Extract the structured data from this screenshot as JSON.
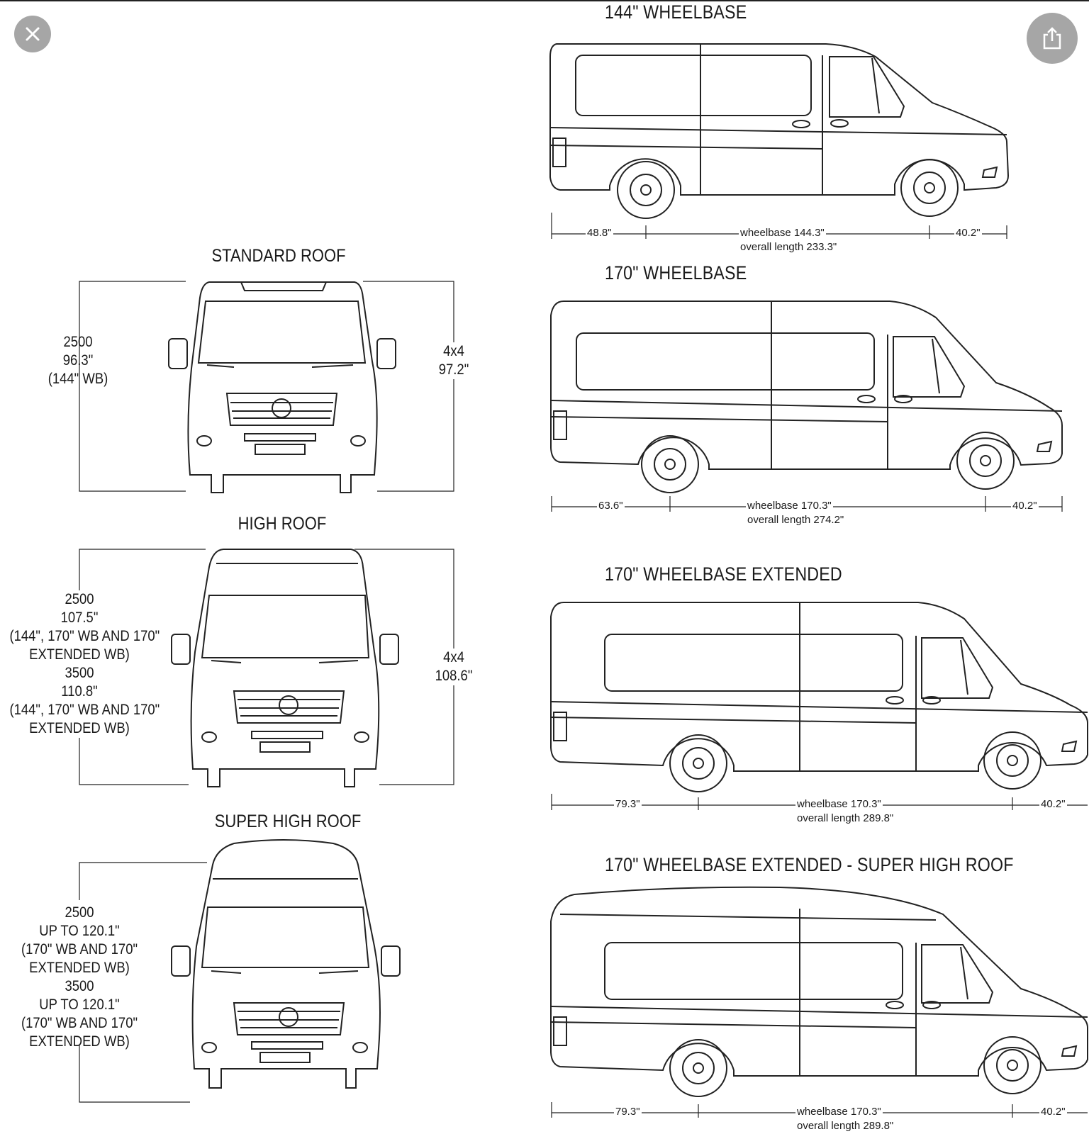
{
  "overlay": {
    "close_icon": "close-icon",
    "share_icon": "share-icon"
  },
  "side_views": [
    {
      "title": "144\" WHEELBASE",
      "rear": "48.8\"",
      "wheelbase": "wheelbase 144.3\"",
      "overall": "overall length 233.3\"",
      "front": "40.2\""
    },
    {
      "title": "170\" WHEELBASE",
      "rear": "63.6\"",
      "wheelbase": "wheelbase 170.3\"",
      "overall": "overall length 274.2\"",
      "front": "40.2\""
    },
    {
      "title": "170\" WHEELBASE EXTENDED",
      "rear": "79.3\"",
      "wheelbase": "wheelbase 170.3\"",
      "overall": "overall length 289.8\"",
      "front": "40.2\""
    },
    {
      "title": "170\" WHEELBASE EXTENDED - SUPER HIGH ROOF",
      "rear": "79.3\"",
      "wheelbase": "wheelbase 170.3\"",
      "overall": "overall length 289.8\"",
      "front": "40.2\""
    }
  ],
  "front_views": [
    {
      "title": "STANDARD ROOF",
      "left_lines": [
        "2500",
        "96.3\"",
        "(144\" WB)"
      ],
      "right_lines": [
        "4x4",
        "97.2\""
      ]
    },
    {
      "title": "HIGH ROOF",
      "left_lines": [
        "2500",
        "107.5\"",
        "(144\", 170\" WB AND 170\"",
        "EXTENDED WB)",
        "3500",
        "110.8\"",
        "(144\", 170\" WB AND 170\"",
        "EXTENDED WB)"
      ],
      "right_lines": [
        "4x4",
        "108.6\""
      ]
    },
    {
      "title": "SUPER HIGH ROOF",
      "left_lines": [
        "2500",
        "UP TO 120.1\"",
        "(170\" WB AND 170\"",
        "EXTENDED WB)",
        "3500",
        "UP TO 120.1\"",
        "(170\" WB AND 170\"",
        "EXTENDED WB)"
      ],
      "right_lines": []
    }
  ]
}
